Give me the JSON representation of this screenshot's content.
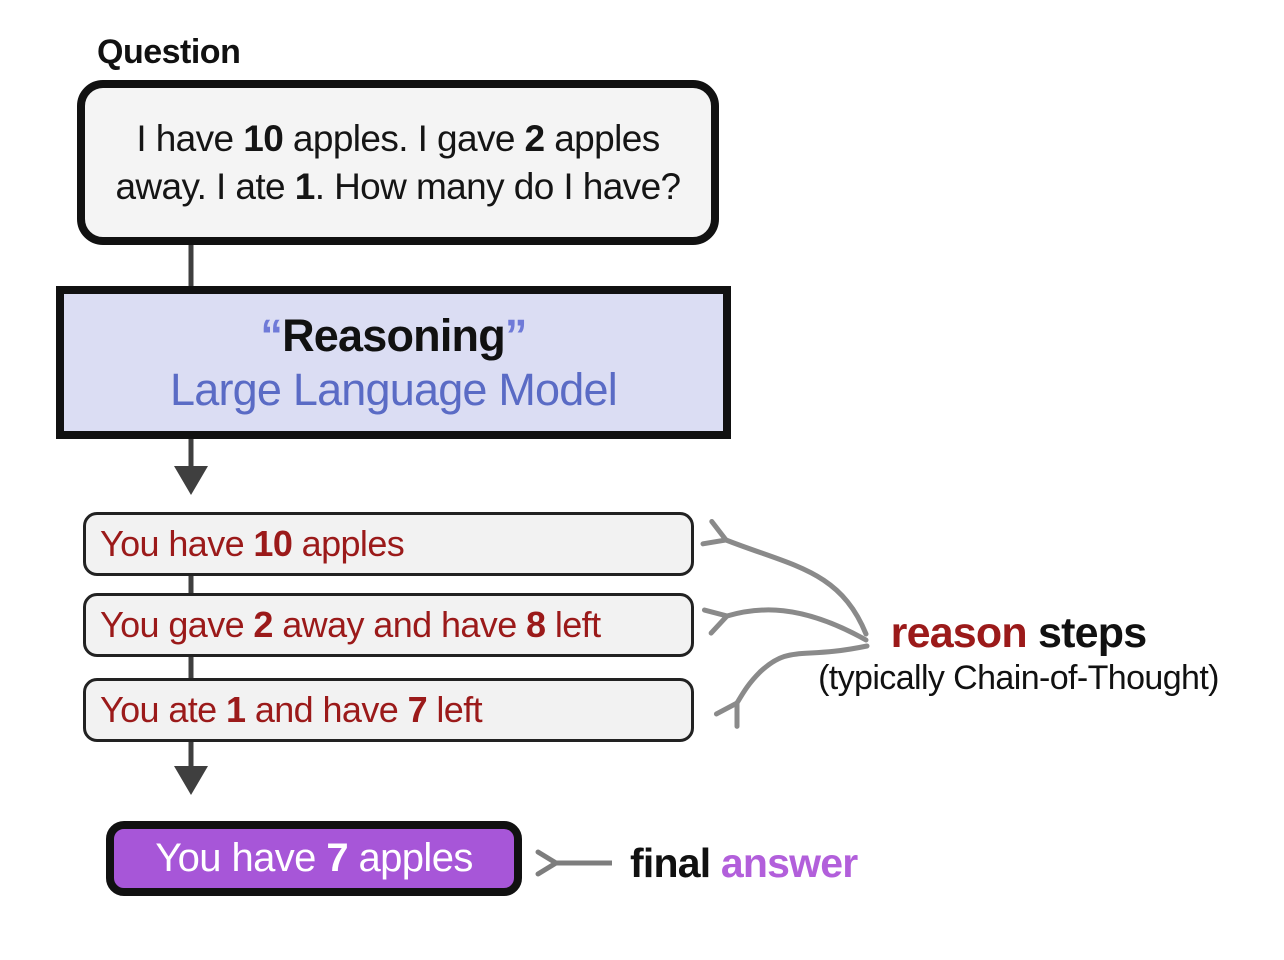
{
  "question": {
    "label": "Question",
    "segments": [
      {
        "t": "I have ",
        "b": false
      },
      {
        "t": "10",
        "b": true
      },
      {
        "t": " apples. I gave ",
        "b": false
      },
      {
        "t": "2",
        "b": true
      },
      {
        "t": " apples away. I ate ",
        "b": false
      },
      {
        "t": "1",
        "b": true
      },
      {
        "t": ". How many do I have?",
        "b": false
      }
    ]
  },
  "reasoning": {
    "open_quote": "“",
    "title": "Reasoning",
    "close_quote": "”",
    "subtitle": "Large Language Model"
  },
  "steps": [
    {
      "segments": [
        {
          "t": "You have ",
          "b": false
        },
        {
          "t": "10",
          "b": true
        },
        {
          "t": " apples",
          "b": false
        }
      ]
    },
    {
      "segments": [
        {
          "t": "You gave ",
          "b": false
        },
        {
          "t": "2",
          "b": true
        },
        {
          "t": " away and have ",
          "b": false
        },
        {
          "t": "8",
          "b": true
        },
        {
          "t": " left",
          "b": false
        }
      ]
    },
    {
      "segments": [
        {
          "t": "You ate ",
          "b": false
        },
        {
          "t": "1",
          "b": true
        },
        {
          "t": " and have ",
          "b": false
        },
        {
          "t": "7",
          "b": true
        },
        {
          "t": " left",
          "b": false
        }
      ]
    }
  ],
  "final": {
    "segments": [
      {
        "t": "You have ",
        "b": false
      },
      {
        "t": "7",
        "b": true
      },
      {
        "t": " apples",
        "b": false
      }
    ]
  },
  "annotations": {
    "reason_word": "reason",
    "steps_word": " steps",
    "cot_note": "(typically Chain-of-Thought)",
    "final_word": "final ",
    "answer_word": "answer"
  },
  "colors": {
    "question_fill": "#f4f4f4",
    "reasoning_fill": "#dbddf3",
    "llm_blue": "#5a6bc5",
    "quote_blue": "#6f7ad8",
    "step_red": "#9b1a1a",
    "final_purple": "#a756d8",
    "answer_purple": "#b25fdb",
    "flow_arrow_gray": "#3f3f3f",
    "annotation_arrow_gray": "#8a8a8a",
    "box_border": "#111111"
  }
}
